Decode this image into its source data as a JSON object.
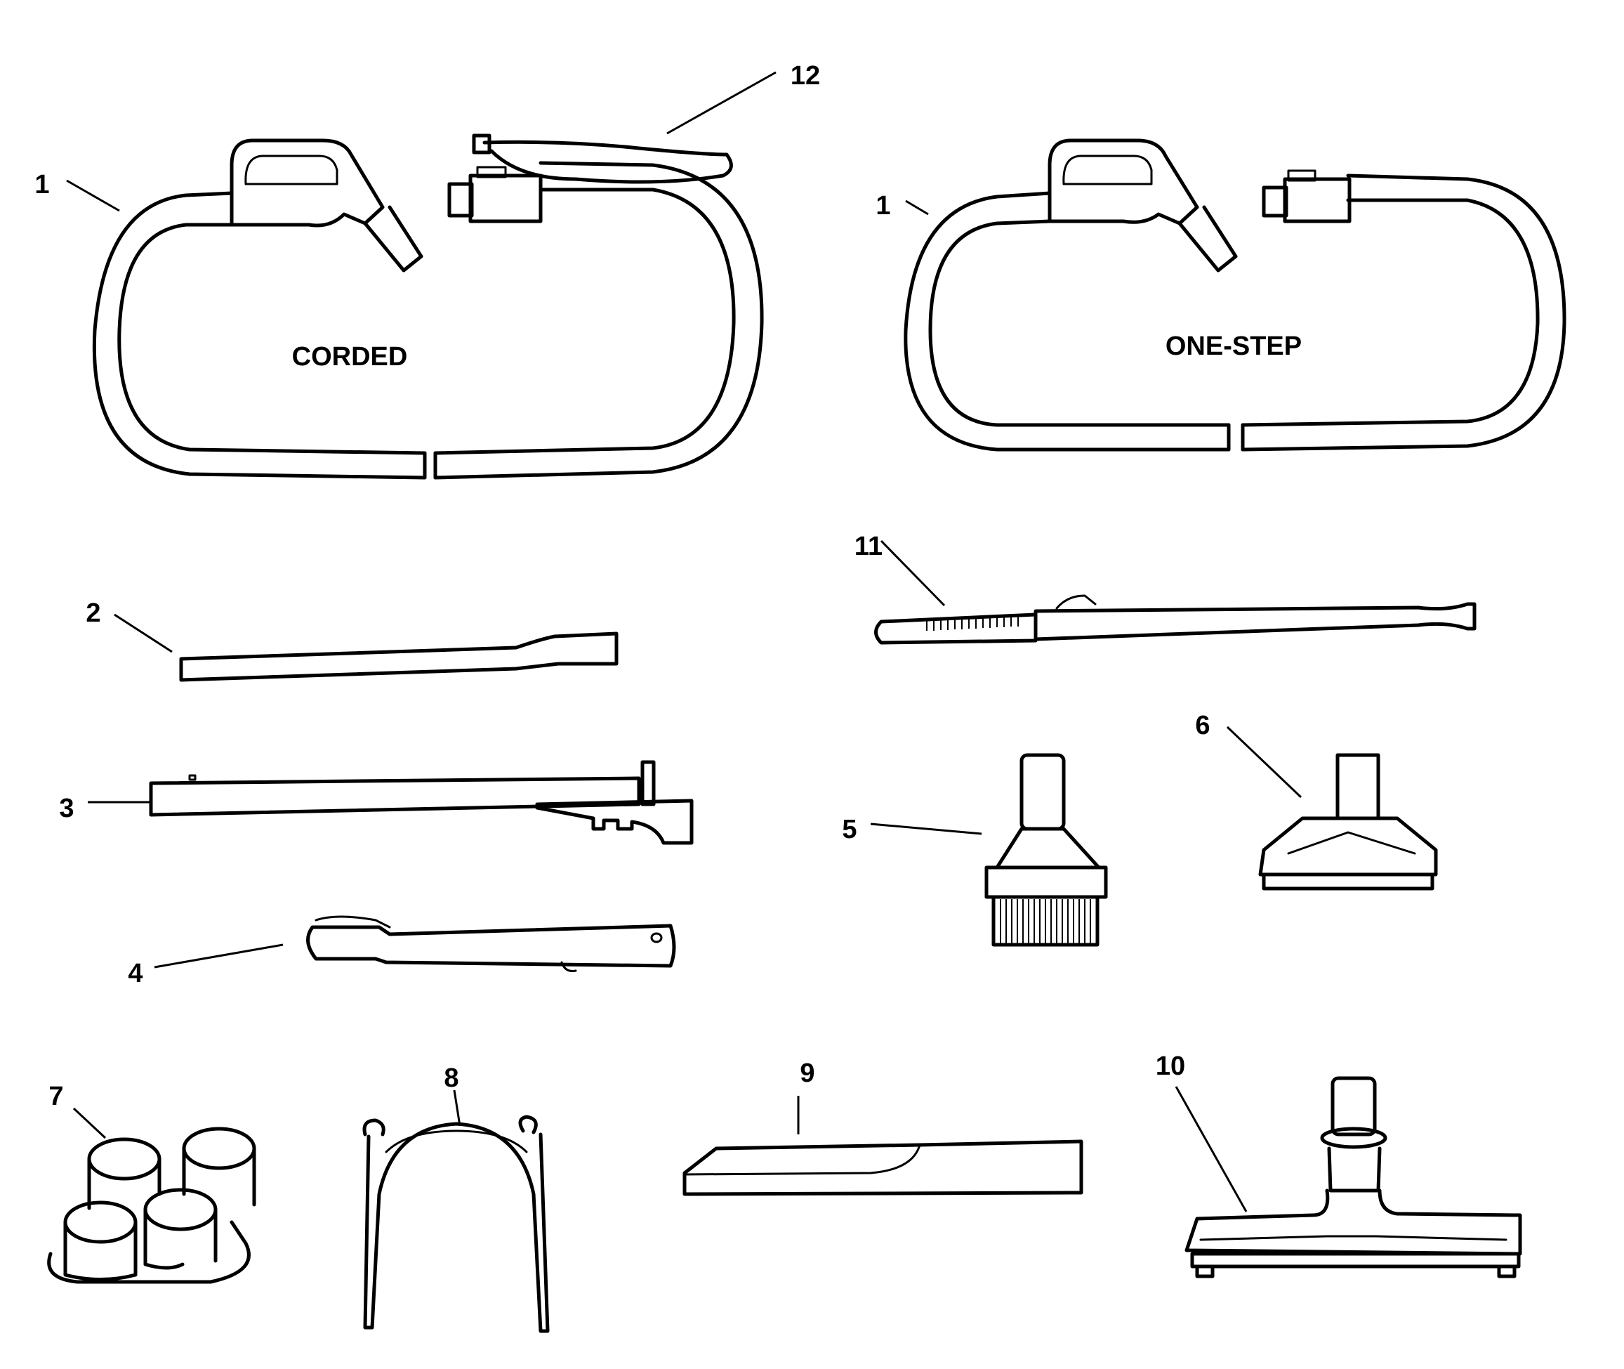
{
  "hoses": {
    "corded_label": "CORDED",
    "onestep_label": "ONE-STEP"
  },
  "callouts": {
    "n1a": "1",
    "n1b": "1",
    "n2": "2",
    "n3": "3",
    "n4": "4",
    "n5": "5",
    "n6": "6",
    "n7": "7",
    "n8": "8",
    "n9": "9",
    "n10": "10",
    "n11": "11",
    "n12": "12"
  }
}
